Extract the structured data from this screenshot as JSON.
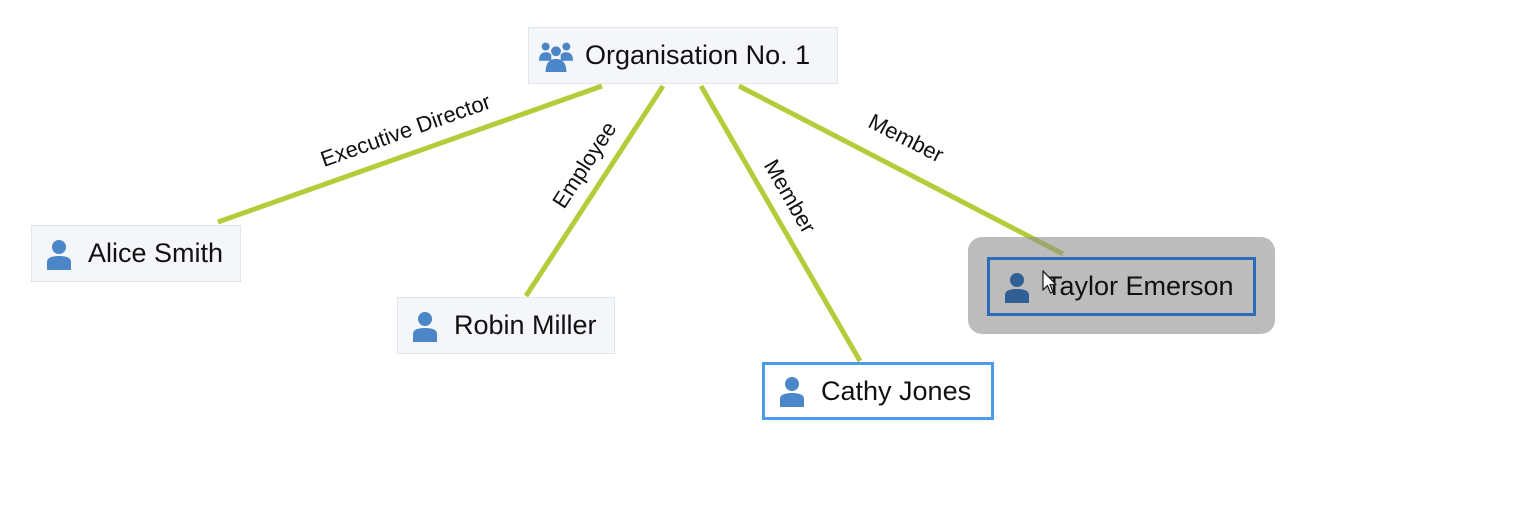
{
  "diagram": {
    "colors": {
      "edge": "#b5cc3a",
      "icon": "#4a86c8",
      "icon_dark": "#2f5f95",
      "node_bg": "#f4f6fa",
      "node_border": "#e1e5ec",
      "selected_border": "#4a9be8",
      "focused_border": "#2b6cb8"
    },
    "nodes": {
      "org": {
        "label": "Organisation No. 1",
        "icon": "group-icon"
      },
      "alice": {
        "label": "Alice Smith",
        "icon": "person-icon"
      },
      "robin": {
        "label": "Robin Miller",
        "icon": "person-icon"
      },
      "cathy": {
        "label": "Cathy Jones",
        "icon": "person-icon",
        "state": "selected"
      },
      "taylor": {
        "label": "Taylor Emerson",
        "icon": "person-icon",
        "state": "focused"
      }
    },
    "edges": {
      "alice": {
        "from": "org",
        "to": "alice",
        "label": "Executive Director"
      },
      "robin": {
        "from": "org",
        "to": "robin",
        "label": "Employee"
      },
      "cathy": {
        "from": "org",
        "to": "cathy",
        "label": "Member"
      },
      "taylor": {
        "from": "org",
        "to": "taylor",
        "label": "Member"
      }
    }
  }
}
